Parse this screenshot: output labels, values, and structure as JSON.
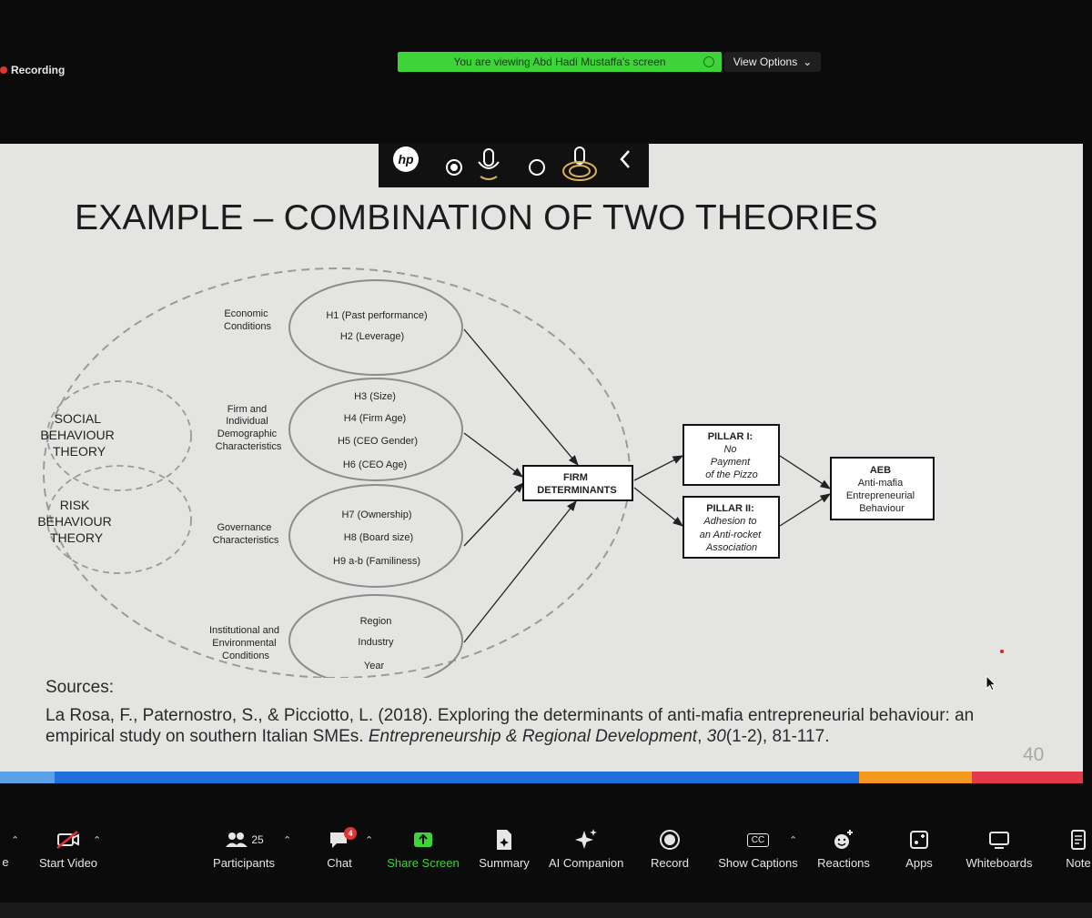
{
  "meeting": {
    "recording_label": "Recording",
    "viewing_banner": "You are viewing Abd Hadi Mustaffa's screen",
    "view_options_label": "View Options"
  },
  "slide": {
    "title": "EXAMPLE – COMBINATION OF TWO THEORIES",
    "theories": [
      {
        "lines": [
          "SOCIAL",
          "BEHAVIOUR",
          "THEORY"
        ]
      },
      {
        "lines": [
          "RISK",
          "BEHAVIOUR",
          "THEORY"
        ]
      }
    ],
    "groups": [
      {
        "label_lines": [
          "Economic",
          "Conditions"
        ],
        "items": [
          "H1 (Past performance)",
          "H2 (Leverage)"
        ]
      },
      {
        "label_lines": [
          "Firm and",
          "Individual",
          "Demographic",
          "Characteristics"
        ],
        "items": [
          "H3 (Size)",
          "H4 (Firm Age)",
          "H5 (CEO Gender)",
          "H6 (CEO Age)"
        ]
      },
      {
        "label_lines": [
          "Governance",
          "Characteristics"
        ],
        "items": [
          "H7 (Ownership)",
          "H8 (Board size)",
          "H9 a-b (Familiness)"
        ]
      },
      {
        "label_lines": [
          "Institutional and",
          "Environmental",
          "Conditions"
        ],
        "items": [
          "Region",
          "Industry",
          "Year"
        ]
      }
    ],
    "firm_box": [
      "FIRM",
      "DETERMINANTS"
    ],
    "pillar1": [
      "PILLAR I:",
      "No",
      "Payment",
      "of the Pizzo"
    ],
    "pillar2": [
      "PILLAR II:",
      "Adhesion to",
      "an Anti-rocket",
      "Association"
    ],
    "aeb": [
      "AEB",
      "Anti-mafia",
      "Entrepreneurial",
      "Behaviour"
    ],
    "sources_heading": "Sources:",
    "citation_part1": "La Rosa, F., Paternostro, S., & Picciotto, L. (2018). Exploring the determinants of anti-mafia entrepreneurial behaviour: an empirical study on southern Italian SMEs. ",
    "citation_journal": "Entrepreneurship & Regional Development",
    "citation_part2": ", ",
    "citation_volume": "30",
    "citation_part3": "(1-2), 81-117.",
    "page_number": "40"
  },
  "toolbar": {
    "left_cut_label": "e",
    "start_video": "Start Video",
    "participants_count": "25",
    "participants": "Participants",
    "chat": "Chat",
    "chat_badge": "4",
    "share_screen": "Share Screen",
    "summary": "Summary",
    "ai_companion": "AI Companion",
    "record": "Record",
    "captions_icon_text": "CC",
    "show_captions": "Show Captions",
    "reactions": "Reactions",
    "apps": "Apps",
    "whiteboards": "Whiteboards",
    "notes": "Note"
  },
  "colors": {
    "banner_green": "#3fd33a",
    "slide_bg": "#e4e4e2",
    "stripe_blue": "#1e6fd9",
    "stripe_orange": "#f39a1e",
    "stripe_red": "#e23a4a"
  }
}
